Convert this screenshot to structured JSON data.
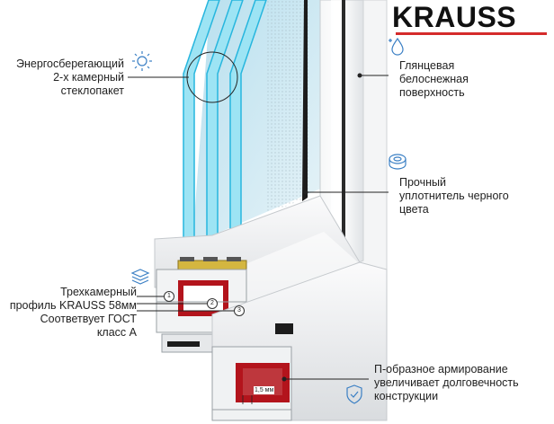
{
  "brand": {
    "name": "KRAUSS",
    "accent_color": "#d52b2b"
  },
  "callouts": {
    "glass_unit": {
      "lines": [
        "Энергосберегающий",
        "2-х камерный",
        "стеклопакет"
      ],
      "icon": "sun-icon"
    },
    "surface": {
      "lines": [
        "Глянцевая",
        "белоснежная",
        "поверхность"
      ],
      "icon": "sparkle-drop-icon"
    },
    "seal": {
      "lines": [
        "Прочный",
        "уплотнитель черного",
        "цвета"
      ],
      "icon": "seal-ring-icon"
    },
    "profile": {
      "lines": [
        "Трехкамерный",
        "профиль KRAUSS 58мм",
        "Соответвует ГОСТ",
        "класс А"
      ],
      "icon": "layers-icon"
    },
    "reinforcement": {
      "lines": [
        "П-образное армирование",
        "увеличивает долговечность",
        "конструкции"
      ],
      "icon": "shield-check-icon"
    }
  },
  "chamber_numbers": [
    "1",
    "2",
    "3"
  ],
  "dimension_label": "1,5 мм",
  "colors": {
    "glass": "#7fd8ee",
    "glass_edge": "#27b6de",
    "spacer": "#d4b640",
    "steel": "#b3141c",
    "frame": "#eef0f2",
    "seal": "#1c1c1c"
  }
}
